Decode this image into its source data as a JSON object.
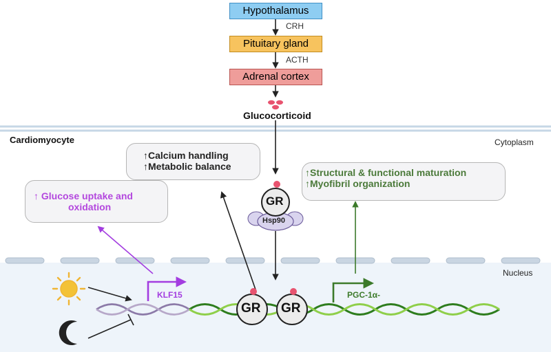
{
  "hpa_axis": {
    "hypothalamus": "Hypothalamus",
    "crh": "CRH",
    "pituitary": "Pituitary gland",
    "acth": "ACTH",
    "adrenal": "Adrenal cortex",
    "glucocorticoid": "Glucocorticoid"
  },
  "regions": {
    "cell": "Cardiomyocyte",
    "cytoplasm": "Cytoplasm",
    "nucleus": "Nucleus"
  },
  "callouts": {
    "calcium": "↑Calcium handling",
    "metabolic": "↑Metabolic balance",
    "glucose_line1": "↑ Glucose uptake and",
    "glucose_line2": "oxidation",
    "maturation": "↑Structural & functional maturation",
    "myofibril": "↑Myofibril organization"
  },
  "receptor": {
    "gr": "GR",
    "hsp": "Hsp90"
  },
  "genes": {
    "klf15": "KLF15",
    "pgc": "PGC-1α-"
  },
  "colors": {
    "hypothalamus_fill": "#8ecdf2",
    "pituitary_fill": "#f7c35e",
    "adrenal_fill": "#ef9d9a",
    "membrane": "#c6d7e6",
    "nucleus_bg": "#eef4fa",
    "purple": "#a33de0",
    "green": "#3c7a2a",
    "gr_fill": "#ececec",
    "red_dot": "#e8536f"
  }
}
